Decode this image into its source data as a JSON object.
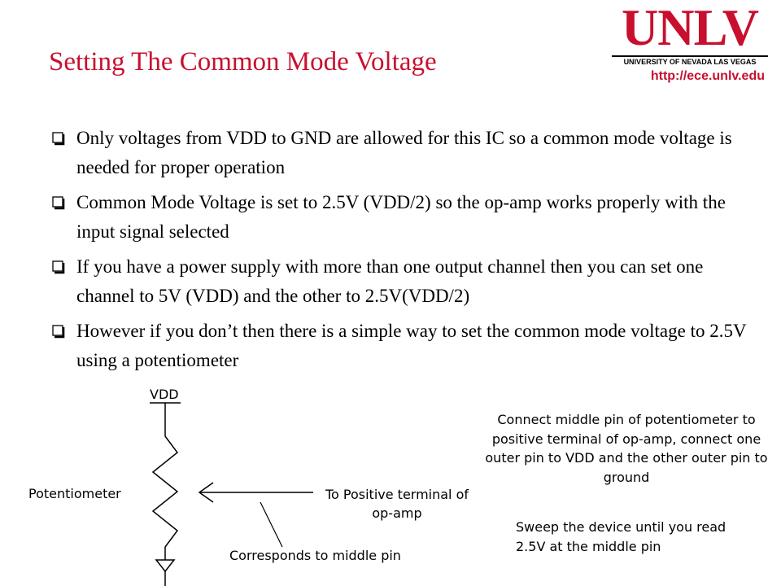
{
  "slide": {
    "title": "Setting The Common Mode Voltage",
    "logo": {
      "wordmark": "UNLV",
      "subtitle": "UNIVERSITY OF NEVADA LAS VEGAS",
      "color": "#c8102e"
    },
    "url": "http://ece.unlv.edu",
    "bullets": [
      "Only voltages from VDD to GND are allowed for this IC so a common mode voltage is needed for proper operation",
      "Common Mode Voltage is set to 2.5V (VDD/2) so the op-amp works properly with the input signal selected",
      "If you have a power supply with more than one output channel then you can set one channel to 5V (VDD) and the other to 2.5V(VDD/2)",
      "However if you don’t then there is a simple way to set the common mode voltage to 2.5V using a potentiometer"
    ],
    "bullet_icon": "hollow-square-bullet-icon"
  },
  "diagram": {
    "vdd_label": "VDD",
    "potentiometer_label": "Potentiometer",
    "positive_terminal_label": "To Positive terminal of op-amp",
    "middle_pin_label": "Corresponds to middle pin",
    "note_connect": "Connect middle pin of potentiometer to positive terminal of op-amp, connect one outer pin to VDD and the other outer pin to ground",
    "note_sweep": "Sweep the device until you read 2.5V at the middle pin"
  }
}
